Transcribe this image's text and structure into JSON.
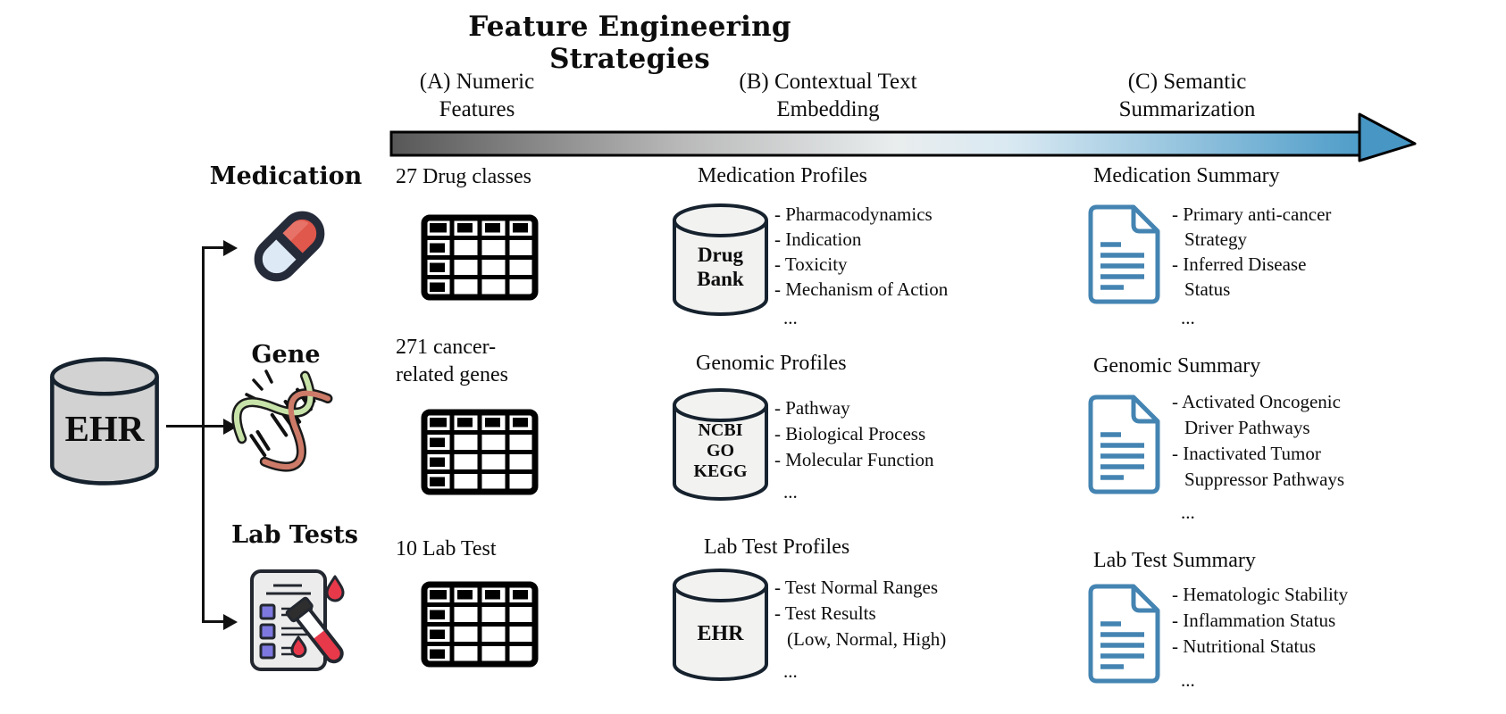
{
  "title": "Feature Engineering Strategies",
  "columns": [
    {
      "label": "(A) Numeric\nFeatures"
    },
    {
      "label": "(B) Contextual Text\nEmbedding"
    },
    {
      "label": "(C) Semantic\nSummarization"
    }
  ],
  "source": {
    "label": "EHR"
  },
  "rows": [
    {
      "label": "Medication",
      "icon": "pill-icon",
      "numeric_caption": "27 Drug classes",
      "profile_title": "Medication Profiles",
      "db_label": "Drug\nBank",
      "profile_bullets": [
        "- Pharmacodynamics",
        "- Indication",
        "- Toxicity",
        "- Mechanism of Action"
      ],
      "profile_more": "...",
      "summary_title": "Medication Summary",
      "summary_bullets": [
        "- Primary anti-cancer",
        "Strategy",
        "- Inferred Disease",
        "Status"
      ],
      "summary_more": "..."
    },
    {
      "label": "Gene",
      "icon": "dna-icon",
      "numeric_caption": "271 cancer-\nrelated genes",
      "profile_title": "Genomic Profiles",
      "db_label": "NCBI\nGO\nKEGG",
      "profile_bullets": [
        "- Pathway",
        "- Biological Process",
        "- Molecular Function"
      ],
      "profile_more": "...",
      "summary_title": "Genomic Summary",
      "summary_bullets": [
        "- Activated Oncogenic",
        "Driver Pathways",
        "- Inactivated Tumor",
        "Suppressor Pathways"
      ],
      "summary_more": "..."
    },
    {
      "label": "Lab Tests",
      "icon": "lab-report-icon",
      "numeric_caption": "10 Lab Test",
      "profile_title": "Lab Test Profiles",
      "db_label": "EHR",
      "profile_bullets": [
        "- Test Normal Ranges",
        "- Test Results",
        "(Low, Normal, High)"
      ],
      "profile_more": "...",
      "summary_title": "Lab Test Summary",
      "summary_bullets": [
        "- Hematologic Stability",
        "- Inflammation Status",
        "- Nutritional Status"
      ],
      "summary_more": "..."
    }
  ],
  "colors": {
    "arrow_gray": "#575757",
    "arrow_blue": "#4f9dc9",
    "doc_blue": "#4484b2",
    "pill_red": "#e0574b",
    "pill_body": "#dde9f4",
    "outline_dark": "#23272f",
    "db_cylinder_fill": "#f2f2f1",
    "source_cylinder_fill": "#d2d2d2",
    "checkbox_purple": "#7d78e0",
    "blood_red": "#e8394a",
    "dna_green": "#c8e3a9",
    "dna_salmon": "#cd7b68"
  }
}
